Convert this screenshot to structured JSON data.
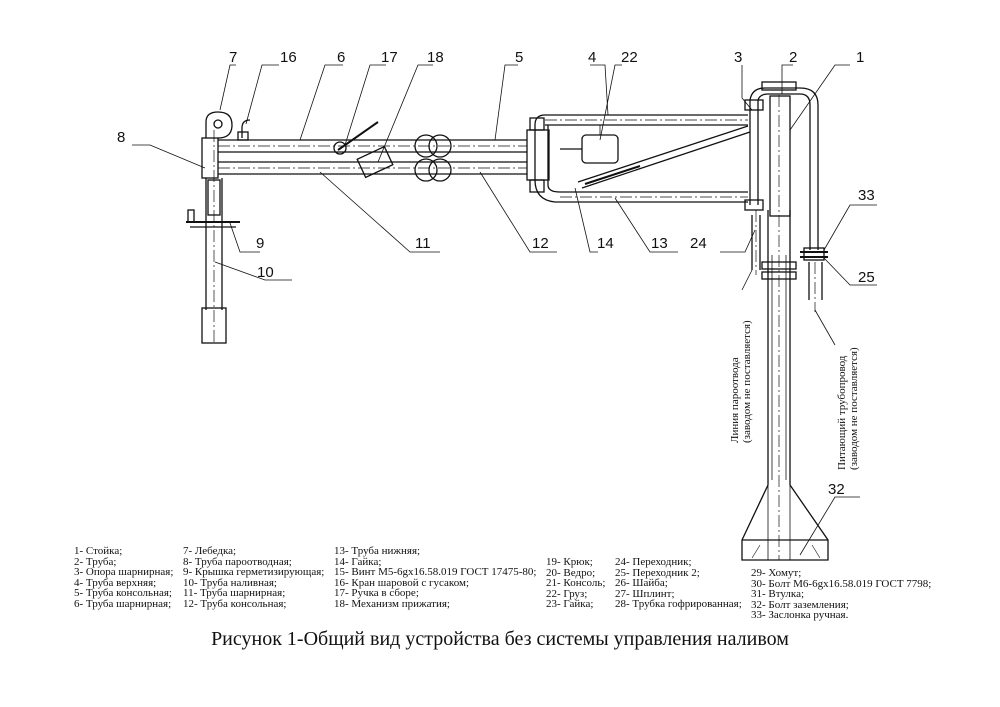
{
  "callouts": [
    "1",
    "2",
    "3",
    "4",
    "5",
    "6",
    "7",
    "8",
    "9",
    "10",
    "11",
    "12",
    "13",
    "14",
    "16",
    "17",
    "18",
    "22",
    "24",
    "25",
    "32",
    "33"
  ],
  "vertical_labels": {
    "steam_line": [
      "Линия пароотвода",
      "(заводом не поставляется)"
    ],
    "supply_pipe": [
      "Питающий трубопровод",
      "(заводом не поставляется)"
    ]
  },
  "legend": {
    "col1": [
      "1- Стойка;",
      "2- Труба;",
      "3- Опора шарнирная;",
      "4- Труба верхняя;",
      "5- Труба консольная;",
      "6- Труба шарнирная;"
    ],
    "col2": [
      "7- Лебедка;",
      "8- Труба пароотводная;",
      "9- Крышка герметизирующая;",
      "10- Труба наливная;",
      "11- Труба шарнирная;",
      "12- Труба консольная;"
    ],
    "col3": [
      "13- Труба нижняя;",
      "14- Гайка;",
      "15- Винт М5-6gx16.58.019 ГОСТ 17475-80;",
      "16- Кран шаровой с гусаком;",
      "17- Ручка в сборе;",
      "18- Механизм прижатия;"
    ],
    "col4": [
      "19- Крюк;",
      "20- Ведро;",
      "21- Консоль;",
      "22- Груз;",
      "23- Гайка;"
    ],
    "col5": [
      "24- Переходник;",
      "25- Переходник 2;",
      "26- Шайба;",
      "27- Шплинт;",
      "28- Трубка гофрированная;"
    ],
    "col6": [
      "29- Хомут;",
      "30- Болт М6-6gx16.58.019 ГОСТ 7798;",
      "31- Втулка;",
      "32- Болт заземления;",
      "33- Заслонка ручная."
    ]
  },
  "caption": "Рисунок 1-Общий вид устройства без системы управления наливом"
}
